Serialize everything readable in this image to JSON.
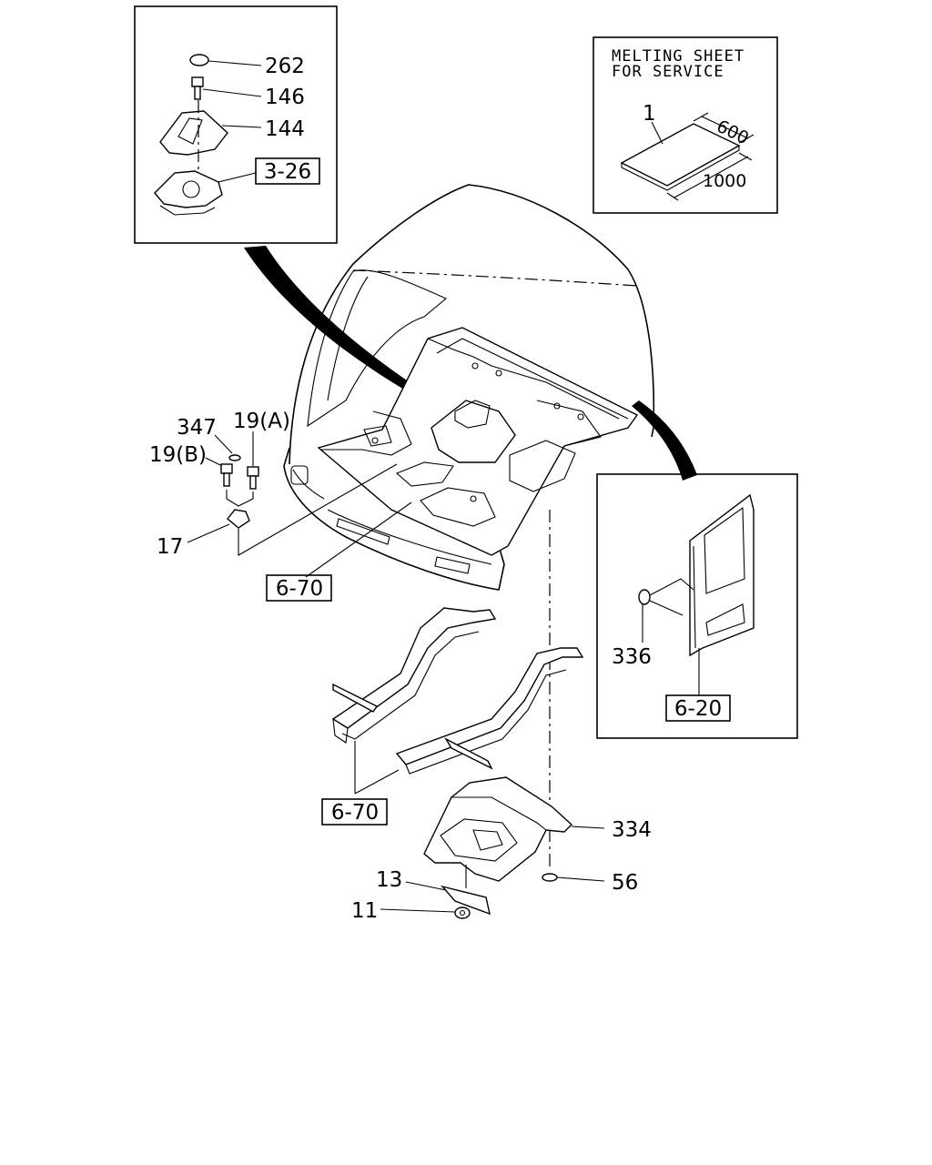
{
  "diagram": {
    "inset_shifter": {
      "labels": [
        "262",
        "146",
        "144"
      ],
      "ref": "3-26"
    },
    "inset_sheet": {
      "title_line1": "MELTING SHEET",
      "title_line2": "FOR SERVICE",
      "part": "1",
      "dim_width": "600",
      "dim_length": "1000"
    },
    "inset_door": {
      "part": "336",
      "ref": "6-20"
    },
    "callouts": {
      "p347": "347",
      "p19a": "19(A)",
      "p19b": "19(B)",
      "p17": "17",
      "p334": "334",
      "p56": "56",
      "p13": "13",
      "p11": "11"
    },
    "refs": {
      "floor": "6-70",
      "frame": "6-70"
    }
  }
}
